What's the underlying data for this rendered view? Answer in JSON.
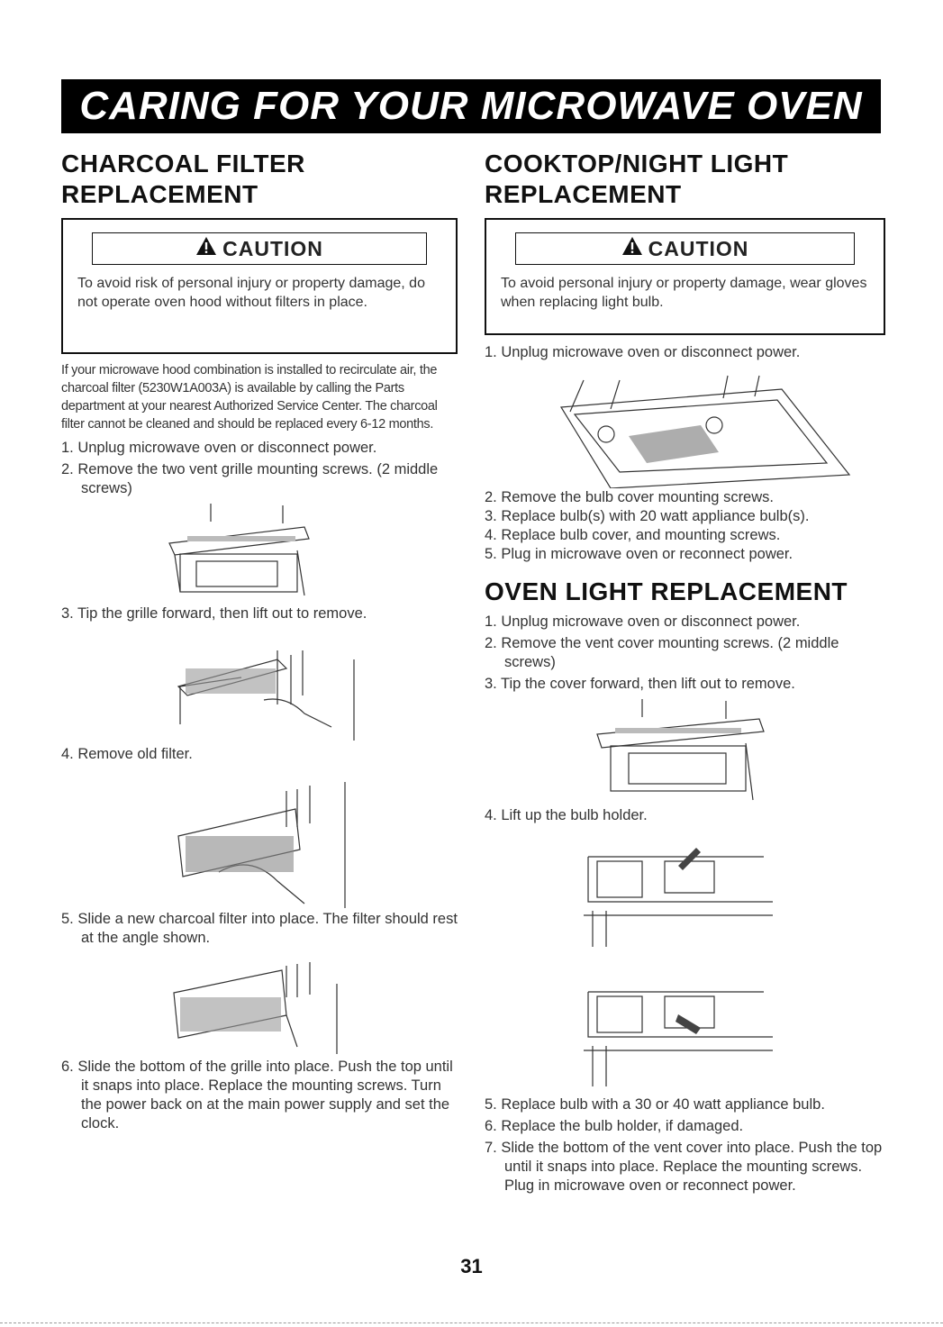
{
  "header": {
    "title": "CARING FOR YOUR MICROWAVE OVEN"
  },
  "left": {
    "heading_line1": "CHARCOAL FILTER",
    "heading_line2": "REPLACEMENT",
    "caution_title": "CAUTION",
    "caution_text": "To avoid risk of personal injury or property damage, do not operate oven hood without filters in place.",
    "intro": "If your microwave hood combination is installed to recirculate air, the charcoal filter (5230W1A003A) is available by calling the Parts department at your nearest Authorized Service Center. The charcoal filter cannot be cleaned and should be replaced every 6-12 months.",
    "step1": "1. Unplug microwave oven or disconnect power.",
    "step2": "2. Remove the two vent grille mounting screws. (2 middle screws)",
    "step3": "3. Tip the grille forward, then lift out to remove.",
    "step4": "4. Remove old filter.",
    "step5": "5. Slide a new charcoal filter into place. The filter should rest at the angle shown.",
    "step6": "6. Slide the bottom of the grille into place. Push the top until it snaps into place. Replace the mounting screws. Turn the power back on at the main power supply and set the clock."
  },
  "right": {
    "heading_line1": "COOKTOP/NIGHT LIGHT",
    "heading_line2": "REPLACEMENT",
    "caution_title": "CAUTION",
    "caution_text": "To avoid personal injury or property damage, wear gloves when replacing light bulb.",
    "cook_step1": "1. Unplug microwave oven or disconnect power.",
    "cook_step2": "2. Remove the bulb cover mounting screws.",
    "cook_step3": "3. Replace bulb(s) with 20 watt appliance bulb(s).",
    "cook_step4": "4. Replace bulb cover, and mounting screws.",
    "cook_step5": "5. Plug in microwave oven or reconnect power.",
    "oven_heading": "OVEN LIGHT REPLACEMENT",
    "oven_step1": "1. Unplug microwave oven or disconnect power.",
    "oven_step2": "2. Remove the vent cover mounting screws. (2 middle screws)",
    "oven_step3": "3. Tip the cover forward, then lift out to remove.",
    "oven_step4": "4. Lift up the bulb holder.",
    "oven_step5": "5. Replace bulb with a 30 or 40 watt appliance bulb.",
    "oven_step6": "6. Replace the bulb holder, if damaged.",
    "oven_step7": "7. Slide the bottom of the vent cover into place. Push the top until it snaps into place. Replace the mounting screws. Plug in microwave oven or reconnect power."
  },
  "footer": {
    "page_number": "31"
  },
  "icons": {
    "caution": "warning-triangle-icon"
  }
}
